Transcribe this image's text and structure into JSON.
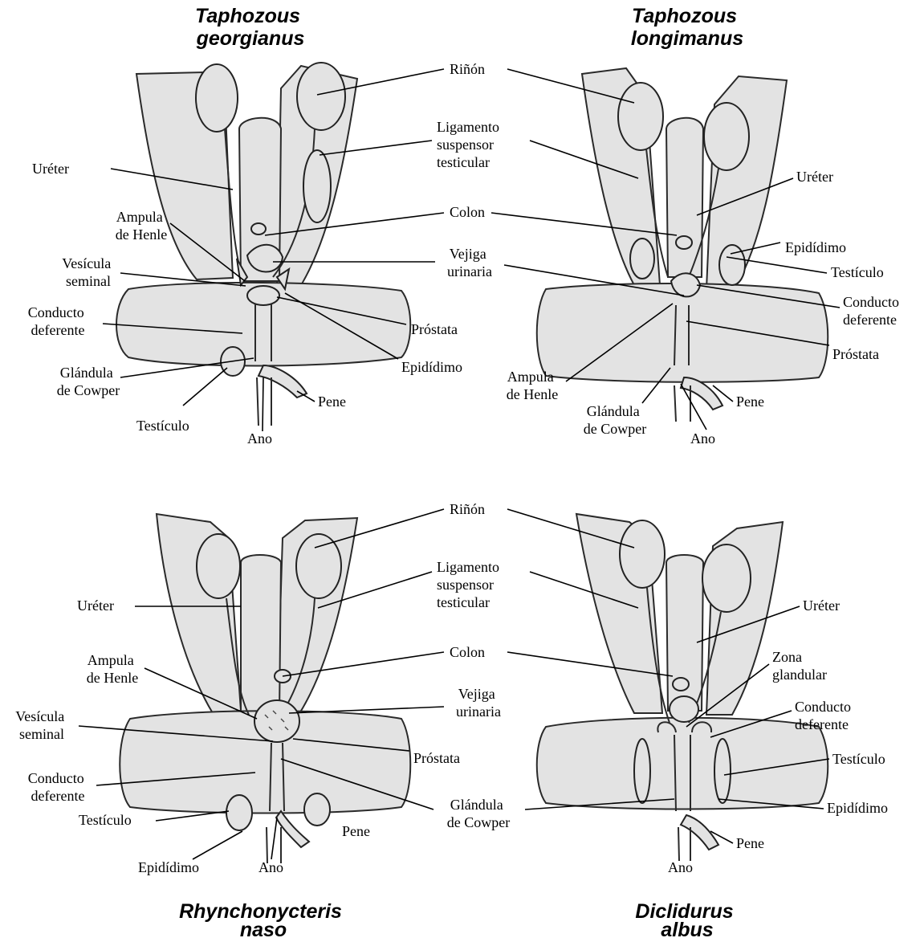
{
  "panels": {
    "top_left": {
      "species": [
        "Taphozous",
        "georgianus"
      ],
      "labels": {
        "ureter": "Uréter",
        "ampula": [
          "Ampula",
          "de Henle"
        ],
        "vesicula": [
          "Vesícula",
          "seminal"
        ],
        "conducto": [
          "Conducto",
          "deferente"
        ],
        "glandula": [
          "Glándula",
          "de Cowper"
        ],
        "testiculo": "Testículo",
        "ano": "Ano",
        "pene": "Pene"
      }
    },
    "top_center": {
      "labels": {
        "rinon": "Riñón",
        "ligamento": [
          "Ligamento",
          "suspensor",
          "testicular"
        ],
        "colon": "Colon",
        "vejiga": [
          "Vejiga",
          "urinaria"
        ],
        "prostata": "Próstata",
        "epididimo": "Epidídimo"
      }
    },
    "top_right": {
      "species": [
        "Taphozous",
        "longimanus"
      ],
      "labels": {
        "ureter": "Uréter",
        "epididimo": "Epidídimo",
        "testiculo": "Testículo",
        "conducto": [
          "Conducto",
          "deferente"
        ],
        "prostata": "Próstata",
        "ampula": [
          "Ampula",
          "de Henle"
        ],
        "glandula": [
          "Glándula",
          "de Cowper"
        ],
        "pene": "Pene",
        "ano": "Ano"
      }
    },
    "bottom_left": {
      "species": [
        "Rhynchonycteris",
        "naso"
      ],
      "labels": {
        "ureter": "Uréter",
        "ampula": [
          "Ampula",
          "de Henle"
        ],
        "vesicula": [
          "Vesícula",
          "seminal"
        ],
        "conducto": [
          "Conducto",
          "deferente"
        ],
        "testiculo": "Testículo",
        "epididimo": "Epidídimo",
        "ano": "Ano",
        "pene": "Pene"
      }
    },
    "bottom_center": {
      "labels": {
        "rinon": "Riñón",
        "ligamento": [
          "Ligamento",
          "suspensor",
          "testicular"
        ],
        "colon": "Colon",
        "vejiga": [
          "Vejiga",
          "urinaria"
        ],
        "prostata": "Próstata",
        "glandula": [
          "Glándula",
          "de Cowper"
        ]
      }
    },
    "bottom_right": {
      "species": [
        "Diclidurus",
        "albus"
      ],
      "labels": {
        "ureter": "Uréter",
        "zona": [
          "Zona",
          "glandular"
        ],
        "conducto": [
          "Conducto",
          "deferente"
        ],
        "testiculo": "Testículo",
        "epididimo": "Epidídimo",
        "pene": "Pene",
        "ano": "Ano"
      }
    }
  },
  "colors": {
    "tissue_fill": "#e3e3e3",
    "outline": "#222222",
    "text": "#000000"
  }
}
